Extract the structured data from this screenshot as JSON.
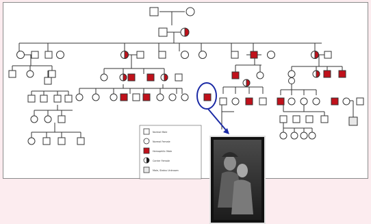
{
  "pedigree": {
    "legend": {
      "items": [
        {
          "key": "male",
          "label": "Normal Male"
        },
        {
          "key": "female",
          "label": "Normal Female"
        },
        {
          "key": "affected_male",
          "label": "Hemophilic Male"
        },
        {
          "key": "carrier_female",
          "label": "Carrier Female"
        },
        {
          "key": "unknown",
          "label": "Male, Status Unknown"
        }
      ]
    },
    "colors": {
      "line": "#333333",
      "affected": "#c0111b",
      "highlight": "#1b2aa5",
      "photo_frame": "#1a1a1a"
    },
    "photo_alt": "portrait photograph"
  }
}
